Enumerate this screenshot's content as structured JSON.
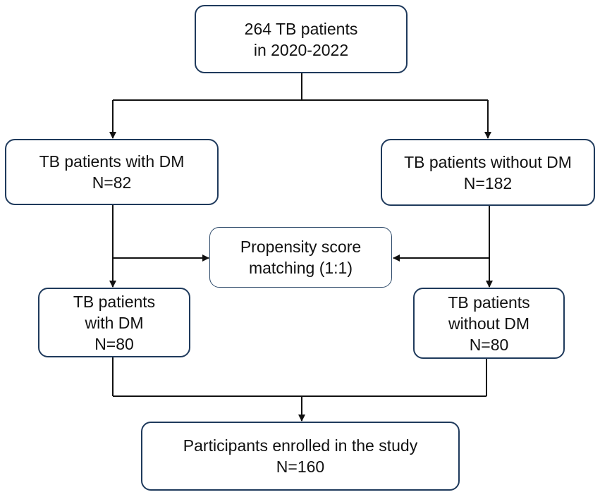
{
  "nodes": {
    "total": {
      "lines": [
        "264 TB patients",
        "in 2020-2022"
      ]
    },
    "with_dm": {
      "lines": [
        "TB patients with DM",
        "N=82"
      ]
    },
    "without_dm": {
      "lines": [
        "TB patients without DM",
        "N=182"
      ]
    },
    "psm": {
      "lines": [
        "Propensity score",
        "matching (1:1)"
      ]
    },
    "matched_with_dm": {
      "lines": [
        "TB patients",
        "with DM",
        "N=80"
      ]
    },
    "matched_without_dm": {
      "lines": [
        "TB patients",
        "without DM",
        "N=80"
      ]
    },
    "enrolled": {
      "lines": [
        "Participants enrolled in the study",
        "N=160"
      ]
    }
  },
  "colors": {
    "box_border": "#1f3a5c",
    "connector": "#111111"
  }
}
